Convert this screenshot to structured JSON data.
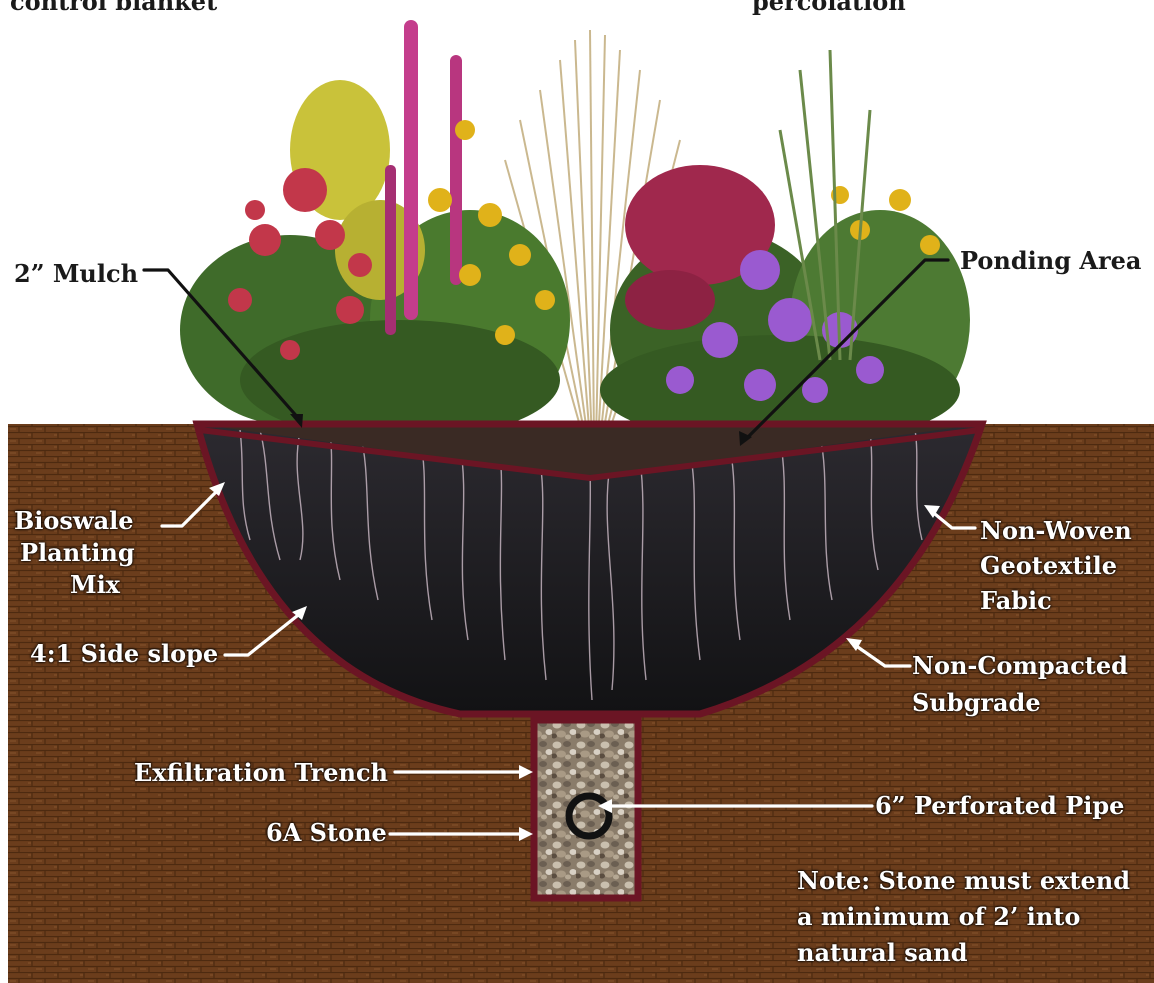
{
  "top_labels": {
    "left_cut": "control blanket",
    "right_cut": "percolation"
  },
  "labels": {
    "mulch": "2” Mulch",
    "ponding": "Ponding Area",
    "bioswale_1": "Bioswale",
    "bioswale_2": "Planting",
    "bioswale_3": "Mix",
    "side_slope": "4:1 Side slope",
    "geotextile_1": "Non-Woven",
    "geotextile_2": "Geotextile",
    "geotextile_3": "Fabic",
    "subgrade_1": "Non-Compacted",
    "subgrade_2": "Subgrade",
    "trench": "Exfiltration Trench",
    "pipe": "6” Perforated Pipe",
    "stone": "6A Stone",
    "note_1": "Note: Stone must extend",
    "note_2": "a minimum of 2’ into",
    "note_3": "natural sand"
  },
  "colors": {
    "soil": "#6b3d1c",
    "swale_border": "#6b1524",
    "planting_mix": "#1c1c1f",
    "stone": "#9a8c7a",
    "pipe": "#111111",
    "label_dark": "#1a1a1a",
    "label_light": "#ffffff"
  }
}
